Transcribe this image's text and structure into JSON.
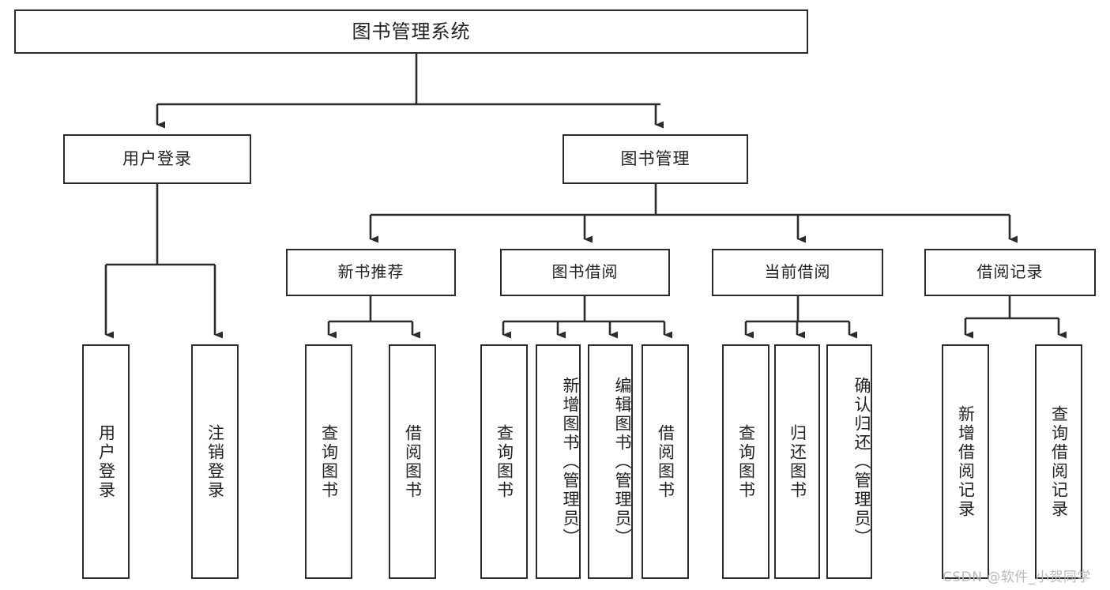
{
  "diagram": {
    "title": "图书管理系统",
    "type": "tree",
    "root": {
      "label": "图书管理系统"
    },
    "level2": [
      {
        "id": "user-login",
        "label": "用户登录"
      },
      {
        "id": "book-manage",
        "label": "图书管理"
      }
    ],
    "level3": [
      {
        "id": "new-book-recommend",
        "label": "新书推荐",
        "parent": "book-manage"
      },
      {
        "id": "book-borrow",
        "label": "图书借阅",
        "parent": "book-manage"
      },
      {
        "id": "current-borrow",
        "label": "当前借阅",
        "parent": "book-manage"
      },
      {
        "id": "borrow-record",
        "label": "借阅记录",
        "parent": "book-manage"
      }
    ],
    "leaves": [
      {
        "id": "leaf-user-login",
        "label": "用户登录",
        "parent": "user-login"
      },
      {
        "id": "leaf-logout-login",
        "label": "注销登录",
        "parent": "user-login"
      },
      {
        "id": "leaf-query-book-1",
        "label": "查询图书",
        "parent": "new-book-recommend"
      },
      {
        "id": "leaf-borrow-book-1",
        "label": "借阅图书",
        "parent": "new-book-recommend"
      },
      {
        "id": "leaf-query-book-2",
        "label": "查询图书",
        "parent": "book-borrow"
      },
      {
        "id": "leaf-add-book",
        "label": "新增图书（管理员）",
        "parent": "book-borrow"
      },
      {
        "id": "leaf-edit-book",
        "label": "编辑图书（管理员）",
        "parent": "book-borrow"
      },
      {
        "id": "leaf-borrow-book-2",
        "label": "借阅图书",
        "parent": "book-borrow"
      },
      {
        "id": "leaf-query-book-3",
        "label": "查询图书",
        "parent": "current-borrow"
      },
      {
        "id": "leaf-return-book",
        "label": "归还图书",
        "parent": "current-borrow"
      },
      {
        "id": "leaf-confirm-return",
        "label": "确认归还（管理员）",
        "parent": "current-borrow"
      },
      {
        "id": "leaf-add-record",
        "label": "新增借阅记录",
        "parent": "borrow-record"
      },
      {
        "id": "leaf-query-record",
        "label": "查询借阅记录",
        "parent": "borrow-record"
      }
    ],
    "colors": {
      "box_border": "#2b2b2b",
      "box_fill": "#ffffff",
      "connector": "#2b2b2b",
      "text": "#222222",
      "background": "#ffffff",
      "watermark": "#b9b9b9"
    }
  },
  "watermark": {
    "text": "CSDN @软件_小贺同学"
  }
}
